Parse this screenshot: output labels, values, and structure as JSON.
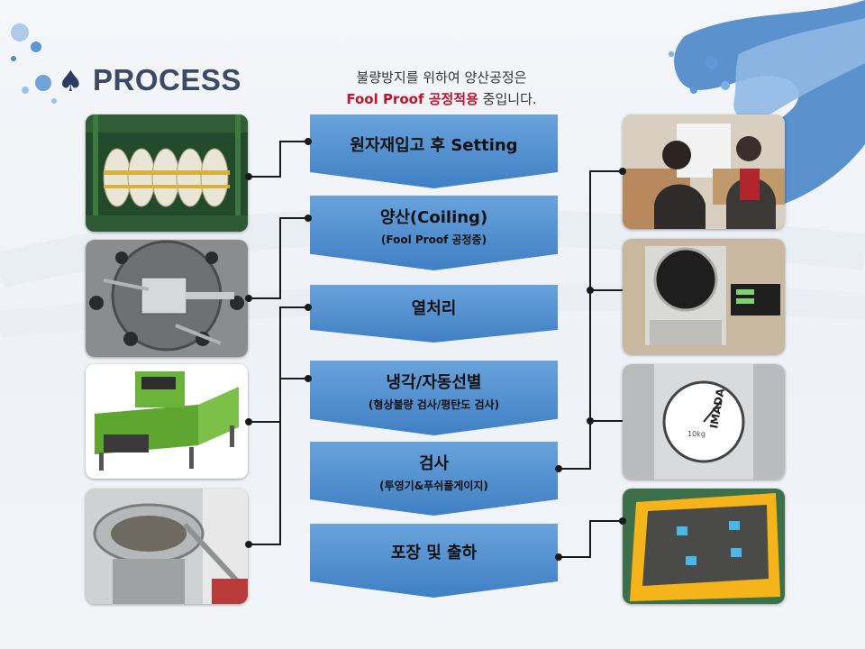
{
  "page": {
    "title": "PROCESS"
  },
  "subtitle": {
    "line1": "불량방지를 위하여 양산공정은",
    "line2_red": "Fool Proof 공정적용",
    "line2_rest": " 중입니다."
  },
  "steps": [
    {
      "title": "원자재입고 후 Setting",
      "sub": ""
    },
    {
      "title": "양산(Coiling)",
      "sub": "(Fool Proof 공정중)"
    },
    {
      "title": "열처리",
      "sub": ""
    },
    {
      "title": "냉각/자동선별",
      "sub": "(형상불량 검사/평탄도 검사)"
    },
    {
      "title": "검사",
      "sub": "(투영기&푸쉬풀게이지)"
    },
    {
      "title": "포장 및 출하",
      "sub": ""
    }
  ],
  "photos": {
    "left": [
      "wire-coils-photo",
      "coiling-machine-photo",
      "heat-treatment-oven-photo",
      "vibratory-sorter-photo"
    ],
    "right": [
      "inspection-workers-photo",
      "profile-projector-photo",
      "push-pull-gauge-photo",
      "packaging-crate-photo"
    ]
  },
  "gauge": {
    "brand": "IMADA",
    "unit": "10kg"
  },
  "colors": {
    "step_top": "#6aa3dc",
    "step_bottom": "#3f7fc4",
    "accent_red": "#c0152a",
    "title": "#3d4a63",
    "connector": "#1a1a1a"
  }
}
